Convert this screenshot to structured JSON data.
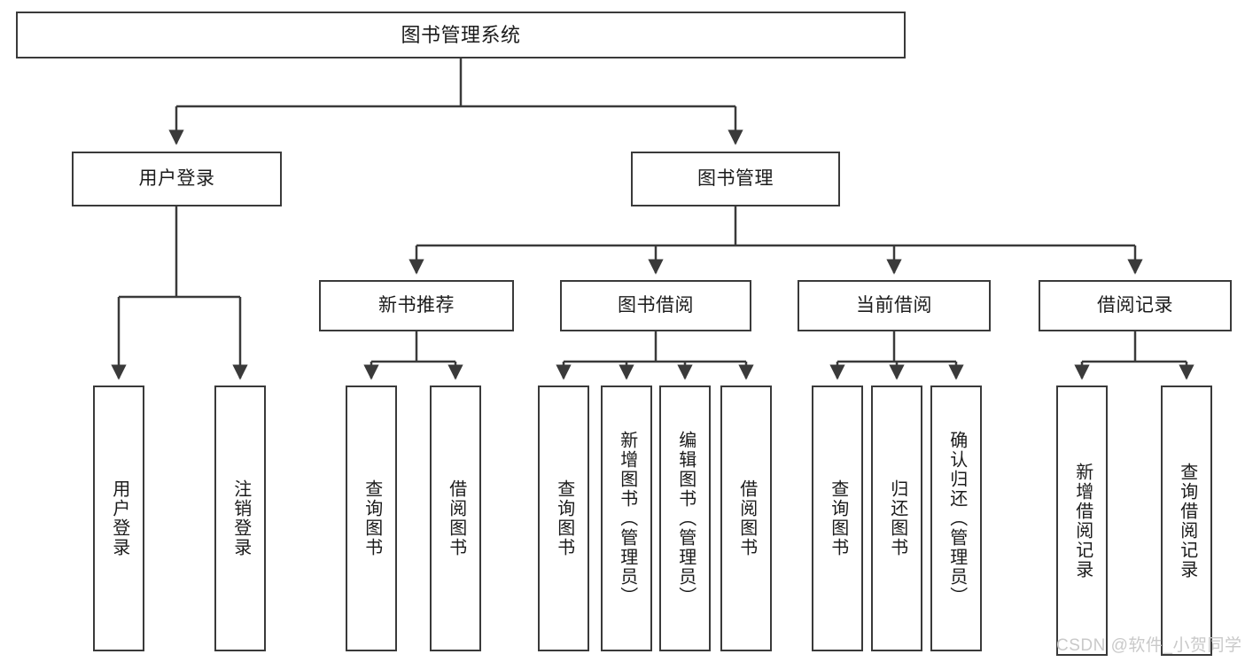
{
  "diagram": {
    "title": "图书管理系统",
    "type": "hierarchy-tree",
    "watermark": "CSDN @软件_小贺同学",
    "colors": {
      "stroke": "#3a3a3a",
      "fill": "#ffffff",
      "text": "#1b1b1b",
      "watermark": "#c9c9c9"
    },
    "nodes": {
      "root": {
        "label": "图书管理系统"
      },
      "level1": [
        {
          "id": "user-login",
          "label": "用户登录"
        },
        {
          "id": "book-manage",
          "label": "图书管理"
        }
      ],
      "level2": [
        {
          "id": "new-book-rec",
          "label": "新书推荐"
        },
        {
          "id": "book-borrow",
          "label": "图书借阅"
        },
        {
          "id": "current-borrow",
          "label": "当前借阅"
        },
        {
          "id": "borrow-record",
          "label": "借阅记录"
        }
      ],
      "leaves": {
        "user-login": [
          {
            "id": "leaf-user-login",
            "label": "用户登录"
          },
          {
            "id": "leaf-logout",
            "label": "注销登录"
          }
        ],
        "new-book-rec": [
          {
            "id": "leaf-query-book-1",
            "label": "查询图书"
          },
          {
            "id": "leaf-borrow-book-1",
            "label": "借阅图书"
          }
        ],
        "book-borrow": [
          {
            "id": "leaf-query-book-2",
            "label": "查询图书"
          },
          {
            "id": "leaf-add-book",
            "label": "新增图书（管理员）"
          },
          {
            "id": "leaf-edit-book",
            "label": "编辑图书（管理员）"
          },
          {
            "id": "leaf-borrow-book-2",
            "label": "借阅图书"
          }
        ],
        "current-borrow": [
          {
            "id": "leaf-query-book-3",
            "label": "查询图书"
          },
          {
            "id": "leaf-return-book",
            "label": "归还图书"
          },
          {
            "id": "leaf-confirm-return",
            "label": "确认归还（管理员）"
          }
        ],
        "borrow-record": [
          {
            "id": "leaf-add-record",
            "label": "新增借阅记录"
          },
          {
            "id": "leaf-query-record",
            "label": "查询借阅记录"
          }
        ]
      }
    }
  }
}
